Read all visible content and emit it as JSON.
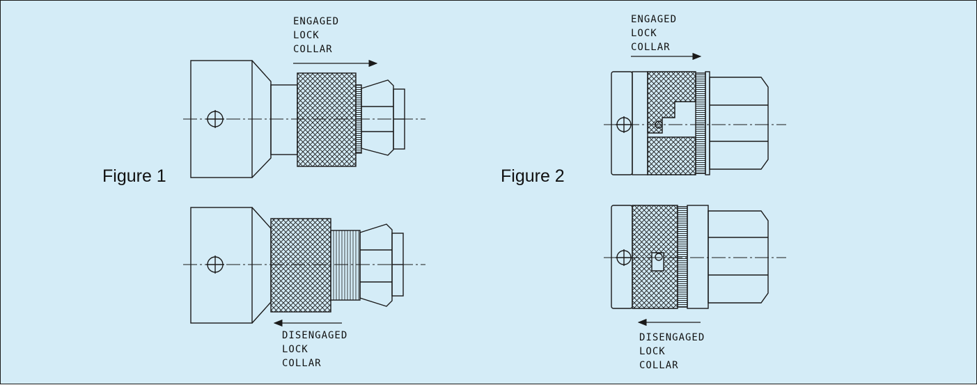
{
  "figures": [
    {
      "label": "Figure 1",
      "engaged_caption": [
        "ENGAGED",
        "LOCK",
        "COLLAR"
      ],
      "disengaged_caption": [
        "DISENGAGED",
        "LOCK",
        "COLLAR"
      ]
    },
    {
      "label": "Figure 2",
      "engaged_caption": [
        "ENGAGED",
        "LOCK",
        "COLLAR"
      ],
      "disengaged_caption": [
        "DISENGAGED",
        "LOCK",
        "COLLAR"
      ]
    }
  ],
  "colors": {
    "background": "#d4ecf7",
    "line": "#1a1a1a",
    "knurl": "#1a1a1a"
  }
}
